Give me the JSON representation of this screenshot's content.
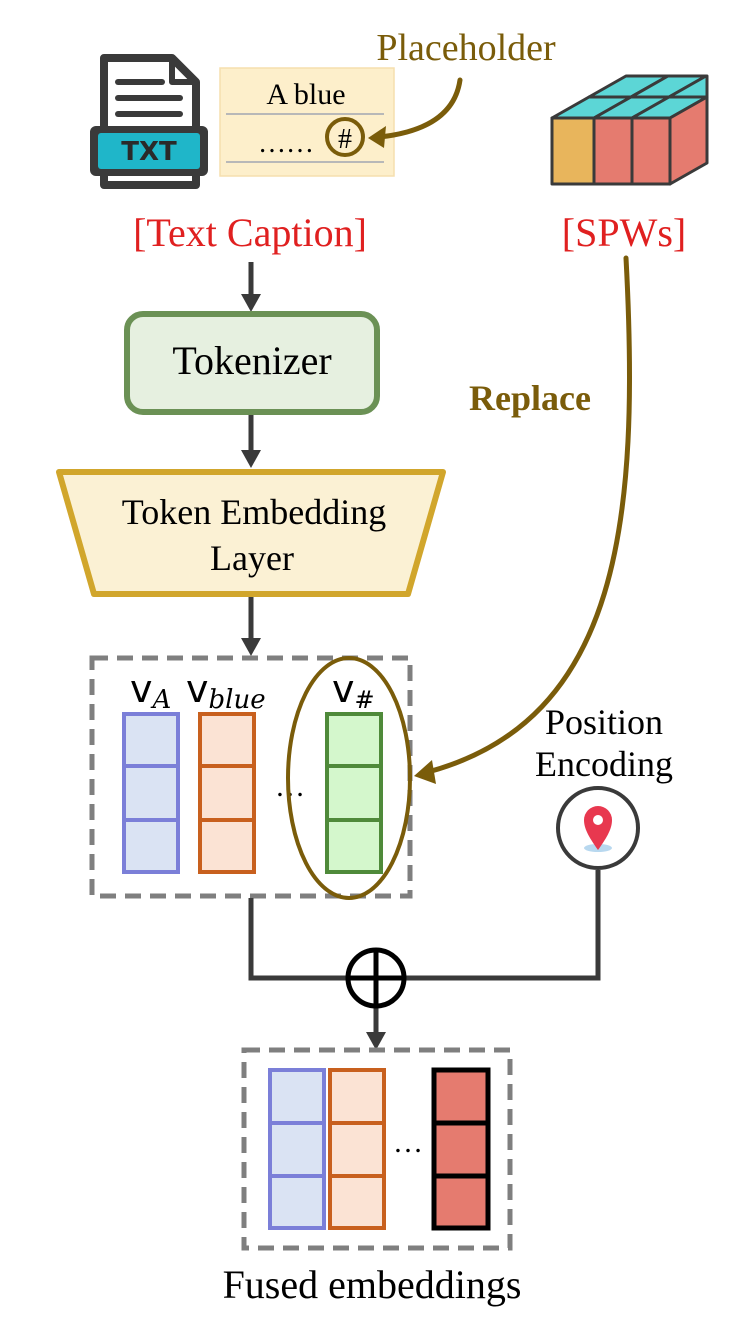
{
  "placeholder_label": "Placeholder",
  "caption_card": {
    "line1": "A blue",
    "line2_dots": "……",
    "placeholder_symbol": "#"
  },
  "txt_file_icon": {
    "badge": "TXT"
  },
  "text_caption_label": "[Text Caption]",
  "spws_label": "[SPWs]",
  "replace_label": "Replace",
  "tokenizer_label": "Tokenizer",
  "embedding_layer": {
    "line1": "Token Embedding",
    "line2": "Layer"
  },
  "token_vectors": [
    {
      "base": "v",
      "sub": "A"
    },
    {
      "base": "v",
      "sub": "blue"
    },
    {
      "base": "v",
      "sub": "#"
    }
  ],
  "vector_ellipsis": "…",
  "position_encoding": {
    "line1": "Position",
    "line2": "Encoding"
  },
  "fusion_symbol": "⊕",
  "fused_ellipsis": "…",
  "fused_embeddings_label": "Fused embeddings",
  "colors": {
    "red_label": "#e02020",
    "olive": "#7a5c0a",
    "tokenizer_border": "#6b9155",
    "tokenizer_fill": "#e6f0e0",
    "embedding_border": "#d1a62c",
    "embedding_fill": "#fbf1d4",
    "vec_blue_border": "#7b7fd8",
    "vec_blue_fill": "#dae3f3",
    "vec_orange_border": "#c8601e",
    "vec_orange_fill": "#fbe3d4",
    "vec_green_border": "#4f8a3a",
    "vec_green_fill": "#d4f7cc",
    "spw_red": "#e57b6f",
    "spw_teal": "#5cd6d6",
    "spw_yellow": "#e8b55c",
    "arrow_dark": "#3a3a3a",
    "dash_gray": "#7f7f7f"
  }
}
